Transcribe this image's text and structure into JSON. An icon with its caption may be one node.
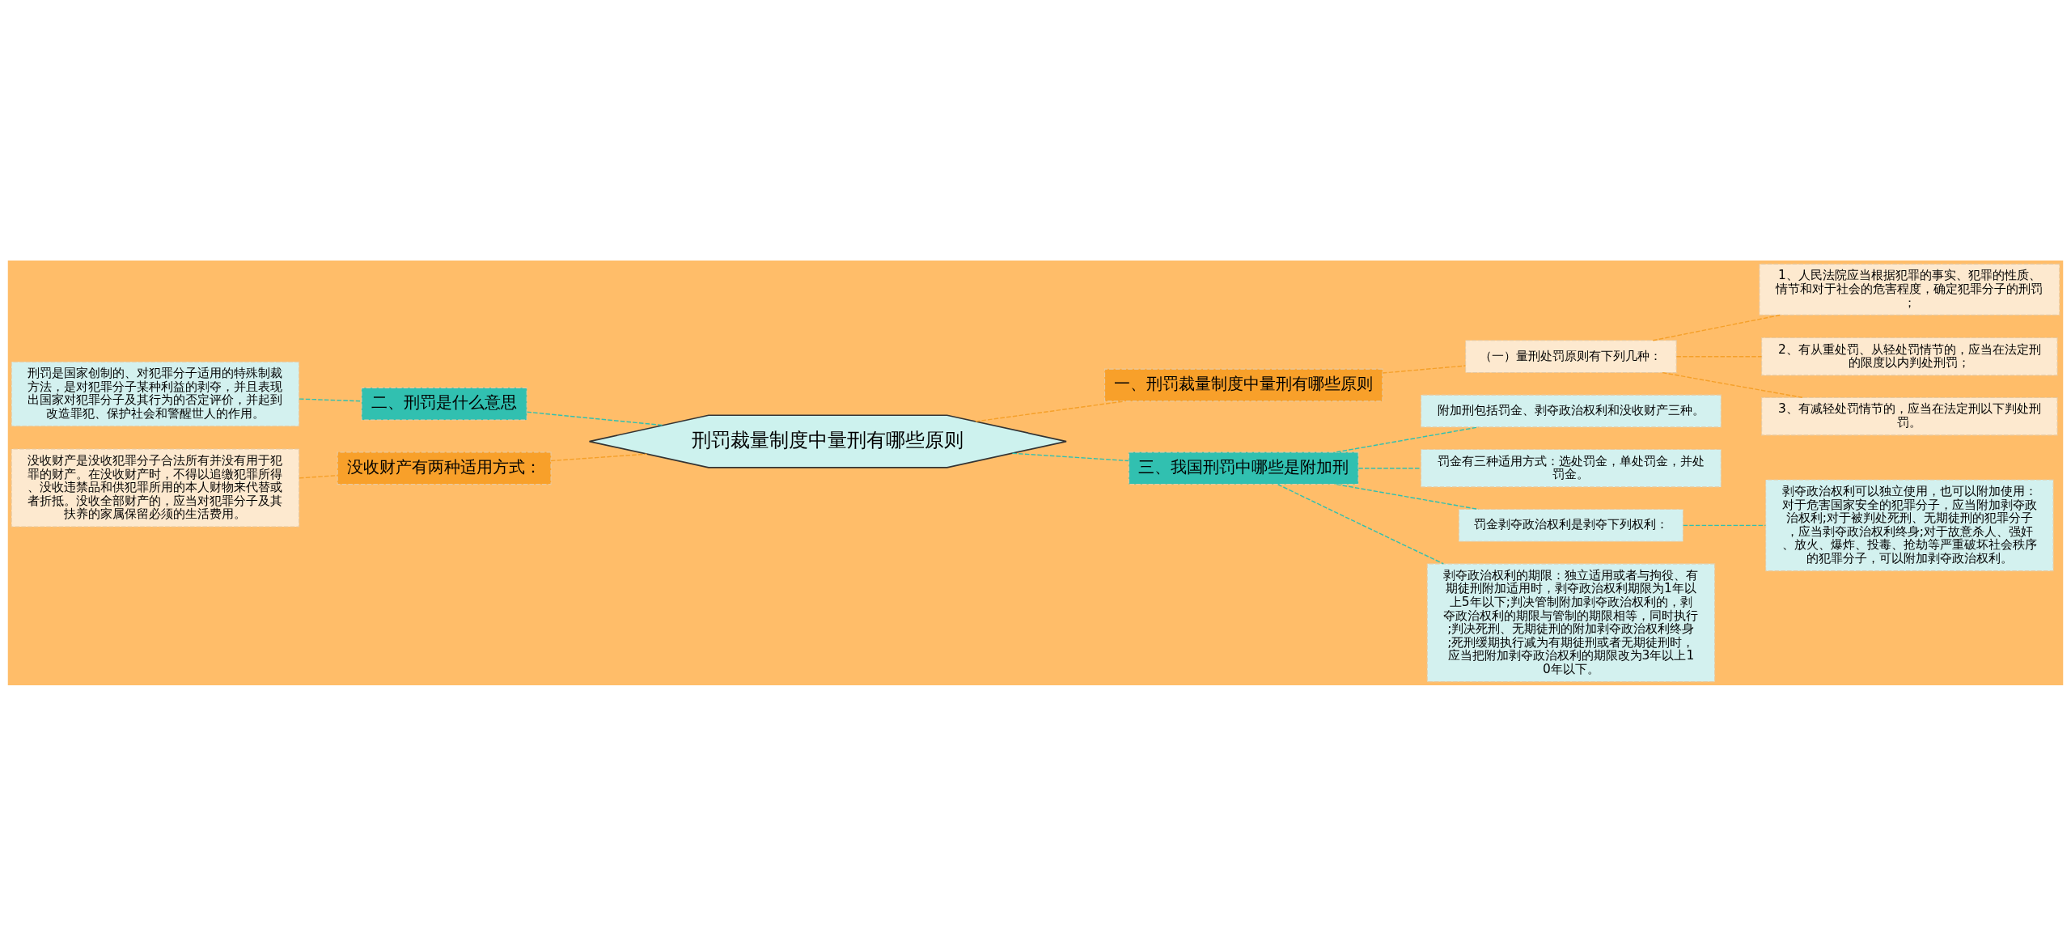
{
  "diagram": {
    "nodes": [
      {
        "text": [
          "刑罚裁量制度中量刑有哪些原则"
        ]
      },
      {
        "text": [
          "一、刑罚裁量制度中量刑有哪些原则"
        ]
      },
      {
        "text": [
          "（一）量刑处罚原则有下列几种："
        ]
      },
      {
        "text": [
          "1、人民法院应当根据犯罪的事实、犯罪的性质、情节和对于社会的危害程度，确定犯罪分子的刑罚；"
        ]
      },
      {
        "text": [
          "2、有从重处罚、从轻处罚情节的，应当在法定刑的限度以内判处刑罚；"
        ]
      },
      {
        "text": [
          "3、有减轻处罚情节的，应当在法定刑以下判处刑罚。"
        ]
      },
      {
        "text": [
          "三、我国刑罚中哪些是附加刑"
        ]
      },
      {
        "text": [
          "附加刑包括罚金、剥夺政治权利和没收财产三种。"
        ]
      },
      {
        "text": [
          "罚金有三种适用方式：选处罚金，单处罚金，并处罚金。"
        ]
      },
      {
        "text": [
          "罚金剥夺政治权利是剥夺下列权利："
        ]
      },
      {
        "text": [
          "剥夺政治权利可以独立使用，也可以附加使用：对于危害国家安全的犯罪分子，应当附加剥夺政治权利;对于被判处死刑、无期徒刑的犯罪分子，应当剥夺政治权利终身;对于故意杀人、强奸、放火、爆炸、投毒、抢劫等严重破坏社会秩序的犯罪分子，可以附加剥夺政治权利。"
        ]
      },
      {
        "text": [
          "剥夺政治权利的期限：独立适用或者与拘役、有期徒刑附加适用时，剥夺政治权利期限为1年以上5年以下;判决管制附加剥夺政治权利的，剥夺政治权利的期限与管制的期限相等，同时执行;判决死刑、无期徒刑的附加剥夺政治权利终身;死刑缓期执行减为有期徒刑或者无期徒刑时，应当把附加剥夺政治权利的期限改为3年以上10年以下。"
        ]
      },
      {
        "text": [
          "二、刑罚是什么意思"
        ]
      },
      {
        "text": [
          "刑罚是国家创制的、对犯罪分子适用的特殊制裁方法，是对犯罪分子某种利益的剥夺，并且表现出国家对犯罪分子及其行为的否定评价，并起到改造罪犯、保护社会和警醒世人的作用。"
        ]
      },
      {
        "text": [
          "没收财产有两种适用方式："
        ]
      },
      {
        "text": [
          "没收财产是没收犯罪分子合法所有并没有用于犯罪的财产。在没收财产时，不得以追缴犯罪所得、没收违禁品和供犯罪所用的本人财物来代替或者折抵。没收全部财产的，应当对犯罪分子及其扶养的家属保留必须的生活费用。"
        ]
      }
    ],
    "edges": [
      {
        "from": 0,
        "to": 1,
        "arrow": "none",
        "style": "dashed",
        "color": "#f5a02a"
      },
      {
        "from": 1,
        "to": 2,
        "arrow": "none",
        "style": "dashed",
        "color": "#f5a02a"
      },
      {
        "from": 2,
        "to": 3,
        "arrow": "none",
        "style": "dashed",
        "color": "#f5a02a"
      },
      {
        "from": 2,
        "to": 4,
        "arrow": "none",
        "style": "dashed",
        "color": "#f5a02a"
      },
      {
        "from": 2,
        "to": 5,
        "arrow": "none",
        "style": "dashed",
        "color": "#f5a02a"
      },
      {
        "from": 0,
        "to": 6,
        "arrow": "none",
        "style": "dashed"
      },
      {
        "from": 6,
        "to": 7,
        "arrow": "none",
        "style": "dashed"
      },
      {
        "from": 6,
        "to": 8,
        "arrow": "none",
        "style": "dashed"
      },
      {
        "from": 6,
        "to": 9,
        "arrow": "none",
        "style": "dashed"
      },
      {
        "from": 9,
        "to": 10,
        "arrow": "none",
        "style": "dashed"
      },
      {
        "from": 6,
        "to": 11,
        "arrow": "none",
        "style": "dashed"
      },
      {
        "from": 0,
        "to": 12,
        "arrow": "none",
        "style": "dashed"
      },
      {
        "from": 12,
        "to": 13,
        "arrow": "none",
        "style": "dashed"
      },
      {
        "from": 0,
        "to": 14,
        "arrow": "none",
        "style": "dashed",
        "color": "#f5a02a"
      },
      {
        "from": 14,
        "to": 15,
        "arrow": "none",
        "style": "dashed",
        "color": "#f5a02a"
      }
    ]
  }
}
